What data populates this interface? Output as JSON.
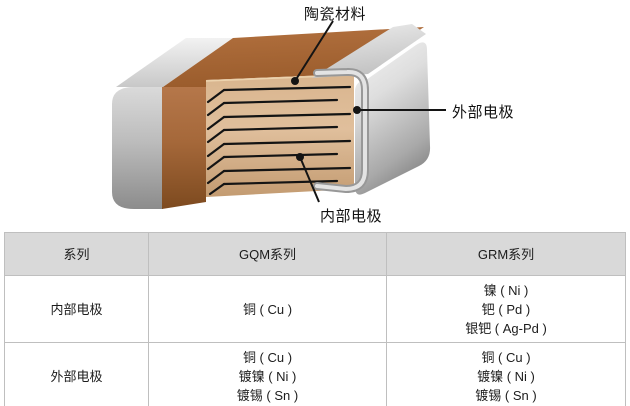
{
  "diagram": {
    "labels": {
      "ceramic": "陶瓷材料",
      "external": "外部电极",
      "internal": "内部电极"
    },
    "colors": {
      "ceramic_body_dark": "#a5683a",
      "ceramic_section_tan": "#d9b58e",
      "terminal_gray": "#c9c9c9",
      "electrode_line": "#141414"
    },
    "electrode_layer_count": 8
  },
  "table": {
    "header_bg": "#d9d9d9",
    "border_color": "#bfbfbf",
    "headers": [
      "系列",
      "GQM系列",
      "GRM系列"
    ],
    "rows": [
      {
        "label": "内部电极",
        "gqm": [
          "铜 ( Cu )"
        ],
        "grm": [
          "镍 ( Ni )",
          "钯 ( Pd )",
          "银钯 ( Ag-Pd )"
        ]
      },
      {
        "label": "外部电极",
        "gqm": [
          "铜 ( Cu )",
          "镀镍 ( Ni )",
          "镀锡 ( Sn )"
        ],
        "grm": [
          "铜 ( Cu )",
          "镀镍 ( Ni )",
          "镀锡 ( Sn )"
        ]
      }
    ]
  }
}
